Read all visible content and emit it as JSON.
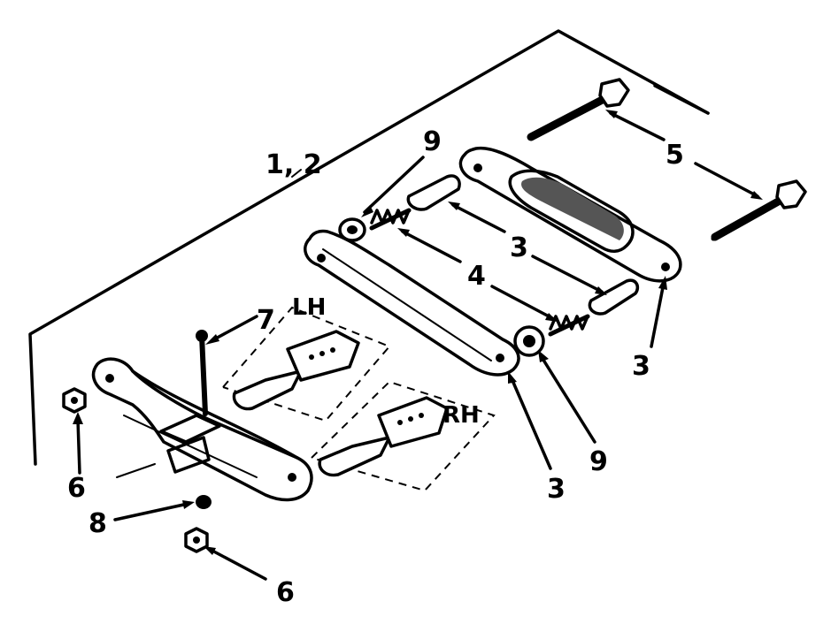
{
  "callouts": {
    "assembly": "1, 2",
    "spacer_top": "3",
    "spacer_right": "3",
    "plate_bottom": "3",
    "spring": "4",
    "bolt": "5",
    "nut_left": "6",
    "nut_bottom": "6",
    "pin": "7",
    "washer_small": "8",
    "washer_top": "9",
    "washer_bottom": "9"
  },
  "side_labels": {
    "left_hand": "LH",
    "right_hand": "RH"
  }
}
